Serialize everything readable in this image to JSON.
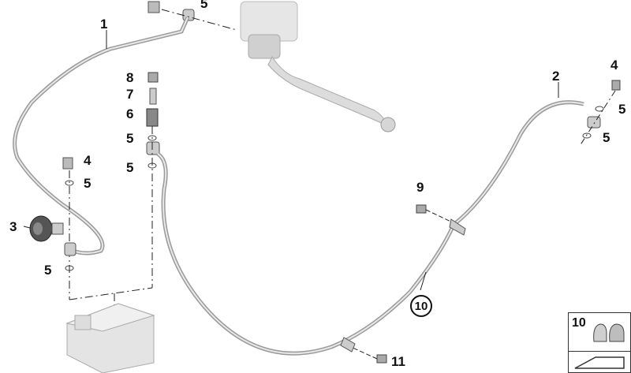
{
  "callouts": {
    "hose_1": "1",
    "hose_2": "2",
    "part_3": "3",
    "bolt_4a": "4",
    "bolt_4b": "4",
    "washer_5a": "5",
    "washer_5b": "5",
    "washer_5c": "5",
    "washer_5d": "5",
    "washer_5e": "5",
    "washer_5f": "5",
    "washer_5g": "5",
    "part_6": "6",
    "part_7": "7",
    "part_8": "8",
    "part_9": "9",
    "clip_10": "10",
    "part_11": "11",
    "inset_10": "10"
  },
  "colors": {
    "line": "#222222",
    "part_fill": "#d9d9d9",
    "part_shade": "#a8a8a8",
    "hose": "#9a9a9a"
  }
}
